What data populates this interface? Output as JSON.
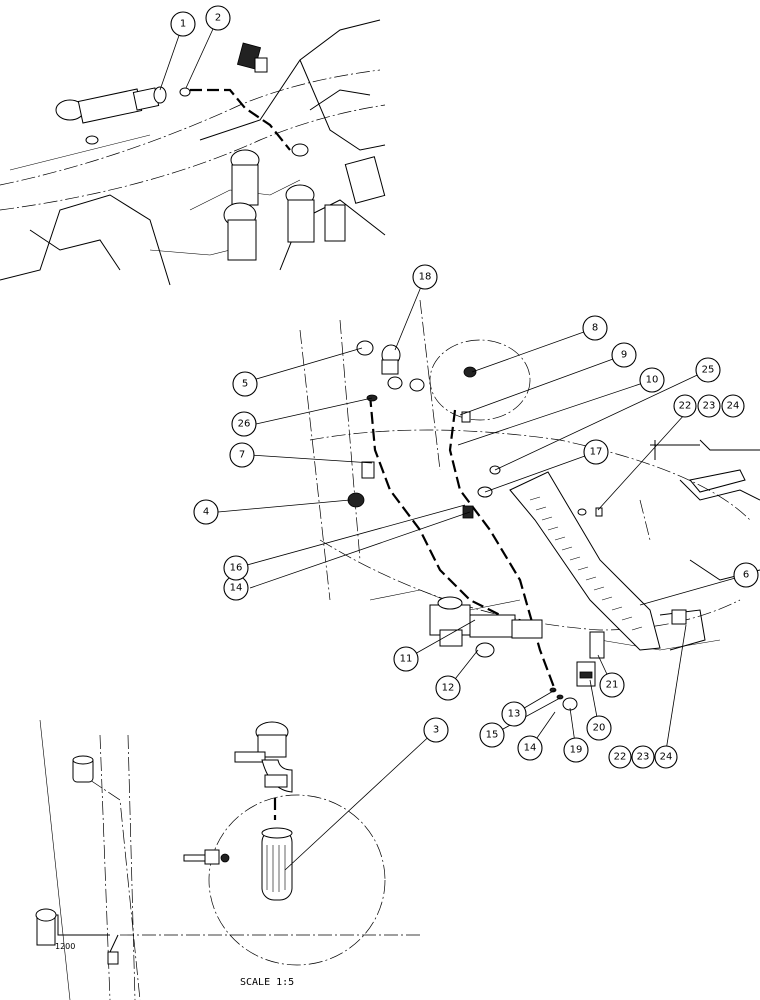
{
  "callouts": [
    {
      "id": "c1",
      "label": "1"
    },
    {
      "id": "c2",
      "label": "2"
    },
    {
      "id": "c3",
      "label": "3"
    },
    {
      "id": "c4",
      "label": "4"
    },
    {
      "id": "c5",
      "label": "5"
    },
    {
      "id": "c6",
      "label": "6"
    },
    {
      "id": "c7",
      "label": "7"
    },
    {
      "id": "c8",
      "label": "8"
    },
    {
      "id": "c9",
      "label": "9"
    },
    {
      "id": "c10",
      "label": "10"
    },
    {
      "id": "c11",
      "label": "11"
    },
    {
      "id": "c12",
      "label": "12"
    },
    {
      "id": "c13",
      "label": "13"
    },
    {
      "id": "c14a",
      "label": "14"
    },
    {
      "id": "c14b",
      "label": "14"
    },
    {
      "id": "c15",
      "label": "15"
    },
    {
      "id": "c16",
      "label": "16"
    },
    {
      "id": "c17",
      "label": "17"
    },
    {
      "id": "c18",
      "label": "18"
    },
    {
      "id": "c19",
      "label": "19"
    },
    {
      "id": "c20",
      "label": "20"
    },
    {
      "id": "c21",
      "label": "21"
    },
    {
      "id": "c22a",
      "label": "22"
    },
    {
      "id": "c23a",
      "label": "23"
    },
    {
      "id": "c24a",
      "label": "24"
    },
    {
      "id": "c22b",
      "label": "22"
    },
    {
      "id": "c23b",
      "label": "23"
    },
    {
      "id": "c24b",
      "label": "24"
    },
    {
      "id": "c25",
      "label": "25"
    },
    {
      "id": "c26",
      "label": "26"
    }
  ],
  "scale_label": "SCALE  1:5",
  "dimension_label": "1200"
}
